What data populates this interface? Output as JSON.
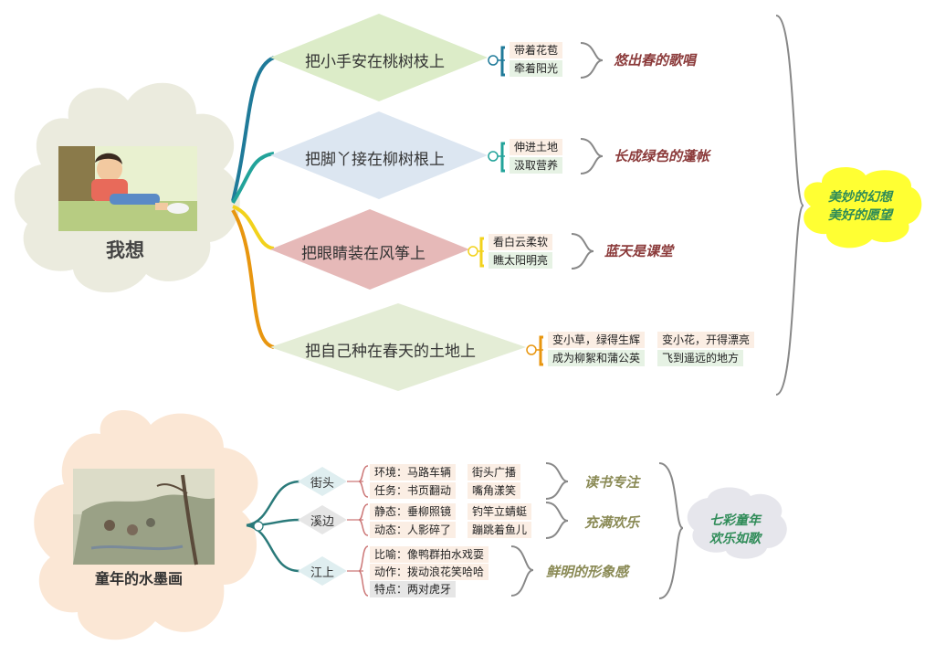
{
  "colors": {
    "branch1": "#1f7a99",
    "branch2": "#22a39a",
    "branch3": "#f2d21c",
    "branch4": "#e8960f",
    "diamond1": "#dcecc8",
    "diamond2": "#dce6f1",
    "diamond3": "#e6b9b8",
    "diamond4": "#e4edd6",
    "cloud_top": "#ebebde",
    "cloud_bottom": "#fbe7d5",
    "yellow_cloud": "#ffff33",
    "gray_cloud": "#e6e6ec"
  },
  "map1": {
    "center_title": "我想",
    "image_icon": "girl-sitting-illustration",
    "branches": [
      {
        "label": "把小手安在桃树枝上",
        "leaves": [
          "带着花苞",
          "牵着阳光"
        ],
        "result": "悠出春的歌唱"
      },
      {
        "label": "把脚丫接在柳树根上",
        "leaves": [
          "伸进土地",
          "汲取营养"
        ],
        "result": "长成绿色的蓬帐"
      },
      {
        "label": "把眼睛装在风筝上",
        "leaves": [
          "看白云柔软",
          "瞧太阳明亮"
        ],
        "result": "蓝天是课堂"
      },
      {
        "label": "把自己种在春天的土地上",
        "leaves": [
          "变小草，绿得生辉",
          "变小花，开得漂亮",
          "成为柳絮和蒲公英",
          "飞到遥远的地方"
        ]
      }
    ],
    "summary": [
      "美妙的幻想",
      "美好的愿望"
    ]
  },
  "map2": {
    "center_title": "童年的水墨画",
    "image_icon": "ink-painting-illustration",
    "branches": [
      {
        "label": "街头",
        "leaves": [
          "环境：马路车辆",
          "街头广播",
          "任务：书页翻动",
          "嘴角漾笑"
        ],
        "result": "读书专注"
      },
      {
        "label": "溪边",
        "leaves": [
          "静态：垂柳照镜",
          "钓竿立蜻蜓",
          "动态：人影碎了",
          "蹦跳着鱼儿"
        ],
        "result": "充满欢乐"
      },
      {
        "label": "江上",
        "leaves": [
          "比喻：像鸭群拍水戏耍",
          "动作：拨动浪花笑哈哈",
          "特点：两对虎牙"
        ],
        "result": "鲜明的形象感"
      }
    ],
    "summary": [
      "七彩童年",
      "欢乐如歌"
    ]
  }
}
